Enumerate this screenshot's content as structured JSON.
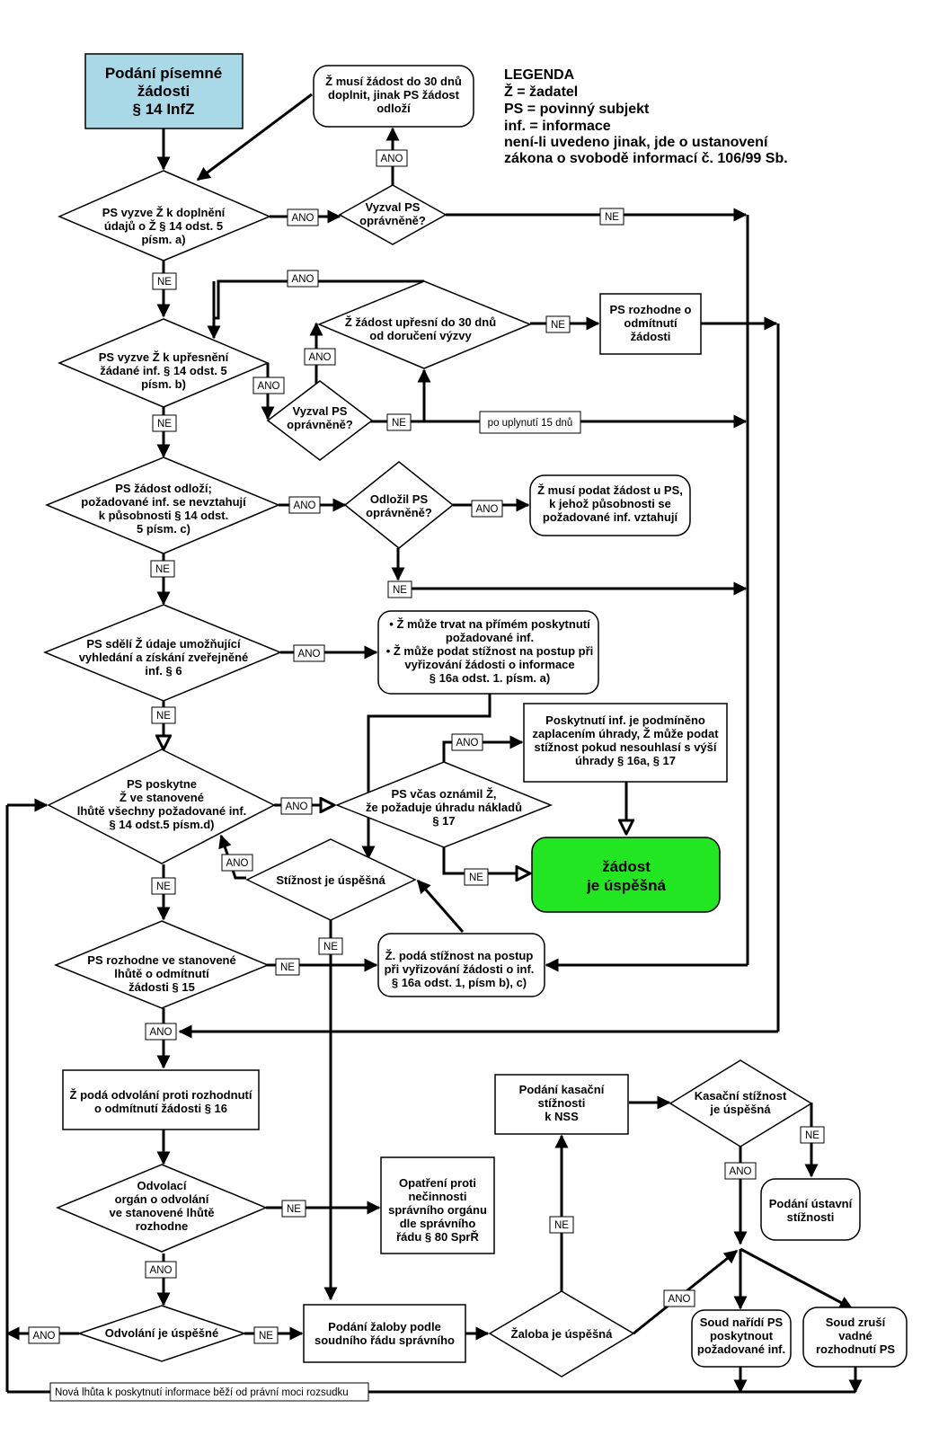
{
  "legend": {
    "lines": [
      "LEGENDA",
      "Ž = žadatel",
      "PS = povinný subjekt",
      "inf. = informace",
      "není-li uvedeno jinak, jde o ustanovení",
      "zákona o svobodě informací č. 106/99 Sb."
    ]
  },
  "start": {
    "lines": [
      "Podání písemné",
      "žádosti",
      "§ 14 InfZ"
    ]
  },
  "edge_labels": {
    "ano": "ANO",
    "ne": "NE"
  },
  "nodes": {
    "d1": {
      "lines": [
        "PS vyzve Ž k doplnění",
        "údajů o Ž § 14 odst. 5",
        "písm. a)"
      ]
    },
    "d1b": {
      "lines": [
        "Vyzval PS",
        "oprávněně?"
      ]
    },
    "b1": {
      "lines": [
        "Ž musí žádost do 30 dnů",
        "doplnit, jinak PS žádost",
        "odloží"
      ]
    },
    "d2": {
      "lines": [
        "PS vyzve Ž k upřesnění",
        "žádané inf. § 14 odst. 5",
        "písm. b)"
      ]
    },
    "d2c": {
      "lines": [
        "Ž žádost upřesní do 30 dnů",
        "od doručení výzvy"
      ]
    },
    "b2": {
      "lines": [
        "PS rozhodne o",
        "odmítnutí",
        "žádosti"
      ]
    },
    "d2b": {
      "lines": [
        "Vyzval PS",
        "oprávněně?"
      ]
    },
    "lbl15": {
      "text": "po uplynutí 15 dnů"
    },
    "d3": {
      "lines": [
        "PS žádost odloží;",
        "požadované inf. se nevztahují",
        "k působnosti § 14 odst.",
        "5 písm. c)"
      ]
    },
    "d3b": {
      "lines": [
        "Odložil PS",
        "oprávněně?"
      ]
    },
    "b3": {
      "lines": [
        "Ž musí podat žádost u PS,",
        "k jehož působnosti se",
        "požadované inf. vztahují"
      ]
    },
    "d4": {
      "lines": [
        "PS sdělí Ž údaje umožňující",
        "vyhledání a získání zveřejněné",
        "inf. § 6"
      ]
    },
    "b4": {
      "lines": [
        "• Ž může trvat na přímém poskytnutí",
        "požadované inf.",
        "• Ž může podat stížnost na postup při",
        "vyřizování žádosti o informace",
        "§ 16a odst. 1. písm. a)"
      ]
    },
    "b5": {
      "lines": [
        "Poskytnutí inf. je podmíněno",
        "zaplacením úhrady, Ž může podat",
        "stížnost pokud nesouhlasí s výší",
        "úhrady § 16a, § 17"
      ]
    },
    "d5": {
      "lines": [
        "PS poskytne",
        "Ž ve stanovené",
        "lhůtě všechny požadované inf.",
        "§ 14 odst.5 písm.d)"
      ]
    },
    "d5b": {
      "lines": [
        "PS včas oznámil Ž,",
        "že požaduje úhradu nákladů",
        "§ 17"
      ]
    },
    "success": {
      "lines": [
        "žádost",
        "je úspěšná"
      ]
    },
    "d6": {
      "lines": [
        "Stížnost je úspěšná"
      ]
    },
    "d7": {
      "lines": [
        "PS rozhodne ve stanovené",
        "lhůtě o odmítnutí",
        "žádosti § 15"
      ]
    },
    "b7": {
      "lines": [
        "Ž. podá stížnost na postup",
        "při vyřizování žádosti o inf.",
        "§ 16a odst. 1, písm b), c)"
      ]
    },
    "b8": {
      "lines": [
        "Ž podá odvolání proti rozhodnutí",
        "o odmítnutí žádosti § 16"
      ]
    },
    "d8": {
      "lines": [
        "Odvolací",
        "orgán o odvolání",
        "ve stanovené lhůtě",
        "rozhodne"
      ]
    },
    "b9": {
      "lines": [
        "Opatření proti",
        "nečinnosti",
        "správního orgánu",
        "dle správního",
        "řádu § 80 SprŘ"
      ]
    },
    "d9": {
      "lines": [
        "Odvolání je úspěšné"
      ]
    },
    "b10": {
      "lines": [
        "Podání žaloby podle",
        "soudního řádu správního"
      ]
    },
    "d10": {
      "lines": [
        "Žaloba je úspěšná"
      ]
    },
    "b11": {
      "lines": [
        "Podání kasační",
        "stížnosti",
        "k NSS"
      ]
    },
    "d11": {
      "lines": [
        "Kasační stížnost",
        "je úspěšná"
      ]
    },
    "b12": {
      "lines": [
        "Podání ústavní",
        "stížnosti"
      ]
    },
    "b13": {
      "lines": [
        "Soud nařídí PS",
        "poskytnout",
        "požadované inf."
      ]
    },
    "b14": {
      "lines": [
        "Soud zruší",
        "vadné",
        "rozhodnutí PS"
      ]
    }
  },
  "footer_note": "Nová lhůta k poskytnutí informace běží  od právní moci rozsudku",
  "colors": {
    "start_fill": "#a9d8e6",
    "success_fill": "#22e622",
    "stroke": "#000000"
  }
}
